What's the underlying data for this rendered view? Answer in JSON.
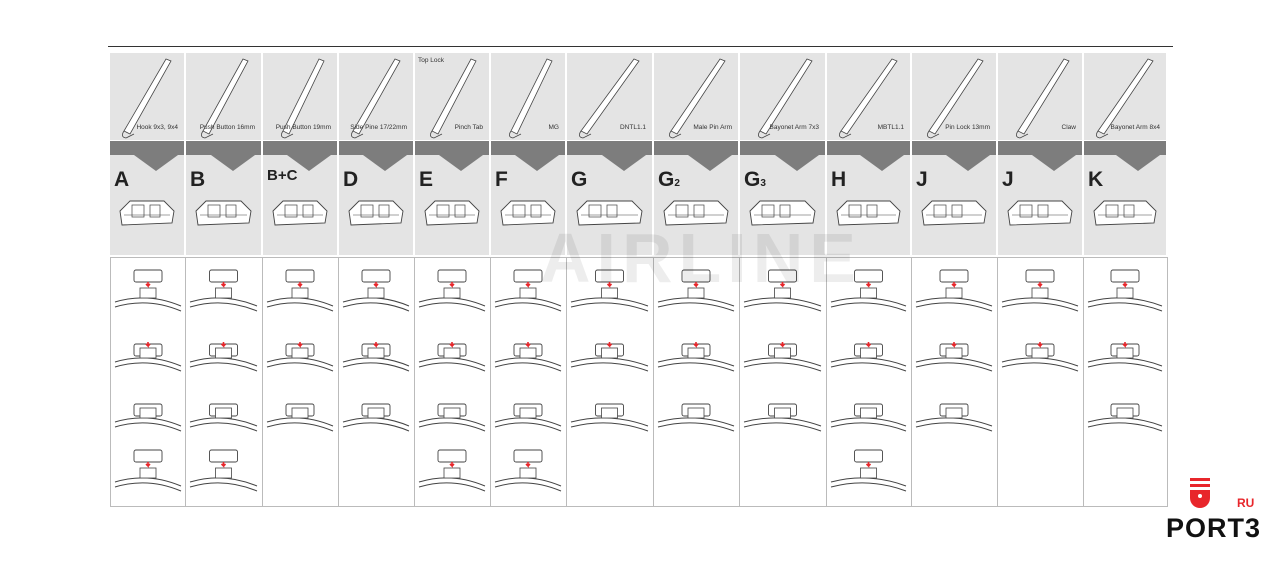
{
  "columns": [
    {
      "letter": "A",
      "sub": "",
      "arm_label": "Hook 9x3, 9x4",
      "steps": 4
    },
    {
      "letter": "B",
      "sub": "",
      "arm_label": "Push Button 16mm",
      "steps": 4
    },
    {
      "letter": "B+C",
      "sub": "",
      "arm_label": "Push Button 19mm",
      "steps": 3
    },
    {
      "letter": "D",
      "sub": "",
      "arm_label": "Side Pine 17/22mm",
      "steps": 3
    },
    {
      "letter": "E",
      "sub": "",
      "arm_label": "Pinch Tab",
      "top_label": "Top Lock",
      "steps": 4
    },
    {
      "letter": "F",
      "sub": "",
      "arm_label": "MG",
      "steps": 4
    },
    {
      "letter": "G",
      "sub": "",
      "arm_label": "DNTL1.1",
      "steps": 3
    },
    {
      "letter": "G",
      "sub": "2",
      "arm_label": "Male Pin Arm",
      "steps": 3
    },
    {
      "letter": "G",
      "sub": "3",
      "arm_label": "Bayonet Arm 7x3",
      "steps": 3
    },
    {
      "letter": "H",
      "sub": "",
      "arm_label": "MBTL1.1",
      "steps": 4
    },
    {
      "letter": "J",
      "sub": "",
      "arm_label": "Pin Lock 13mm",
      "steps": 3
    },
    {
      "letter": "J",
      "sub": "",
      "arm_label": "Claw",
      "steps": 2
    },
    {
      "letter": "K",
      "sub": "",
      "arm_label": "Bayonet Arm 8x4",
      "steps": 3
    }
  ],
  "watermark": "AIRLINE",
  "logo": {
    "text": "PORT3",
    "suffix": "RU",
    "accent": "#e8262b"
  },
  "colors": {
    "panel": "#e4e4e4",
    "band": "#7d7d7d",
    "arrow": "#e8262b"
  }
}
